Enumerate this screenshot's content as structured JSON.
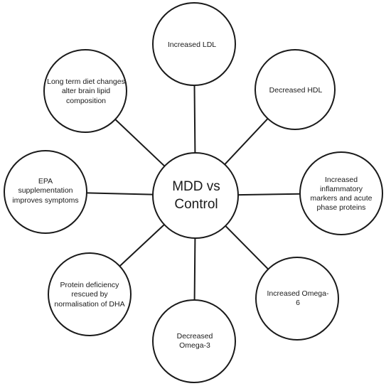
{
  "diagram": {
    "center": {
      "label": "MDD vs Control"
    },
    "nodes": [
      {
        "id": "top",
        "label": "Increased LDL"
      },
      {
        "id": "top-right",
        "label": "Decreased HDL"
      },
      {
        "id": "right",
        "label": "Increased inflammatory markers and acute phase proteins"
      },
      {
        "id": "bottom-right",
        "label": "Increased Omega-6"
      },
      {
        "id": "bottom",
        "label": "Decreased Omega-3"
      },
      {
        "id": "bottom-left",
        "label": "Protein deficiency rescued by normalisation of DHA"
      },
      {
        "id": "left",
        "label": "EPA supplementation improves symptoms"
      },
      {
        "id": "top-left",
        "label": "Long term diet changes alter brain lipid composition"
      }
    ],
    "colors": {
      "stroke": "#1a1a1a",
      "fill": "#ffffff",
      "text": "#1a1a1a"
    }
  }
}
